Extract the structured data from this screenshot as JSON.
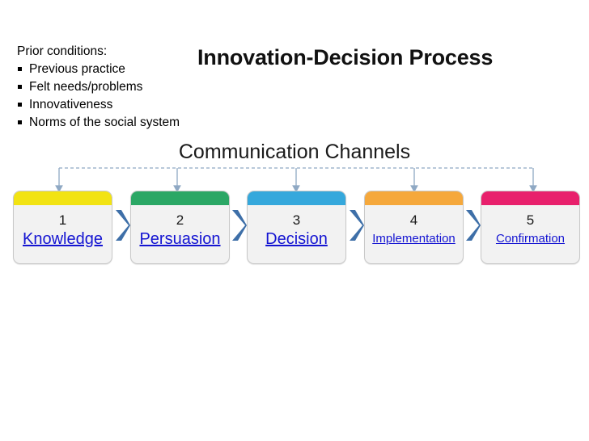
{
  "slide": {
    "title": "Innovation-Decision Process",
    "subtitle": "Communication Channels"
  },
  "prior_conditions": {
    "heading": "Prior conditions:",
    "items": [
      "Previous practice",
      "Felt needs/problems",
      "Innovativeness",
      "Norms of the social system"
    ]
  },
  "stages": [
    {
      "number": "1",
      "label": "Knowledge",
      "color": "#f2e313",
      "size": "large"
    },
    {
      "number": "2",
      "label": "Persuasion",
      "color": "#2ba765",
      "size": "large"
    },
    {
      "number": "3",
      "label": "Decision",
      "color": "#35a8dc",
      "size": "large"
    },
    {
      "number": "4",
      "label": "Implementation",
      "color": "#f5a83c",
      "size": "small"
    },
    {
      "number": "5",
      "label": "Confirmation",
      "color": "#e8206c",
      "size": "small"
    }
  ],
  "colors": {
    "chevron": "#3e6fa8",
    "connector_line": "#8fa9c4",
    "link_text": "#1414d2",
    "box_body": "#f2f2f2",
    "box_border": "#c8c8c8"
  },
  "icons": {
    "bullet": "square-bullet-icon",
    "chevron": "chevron-right-icon",
    "down_arrow": "arrow-down-icon"
  }
}
